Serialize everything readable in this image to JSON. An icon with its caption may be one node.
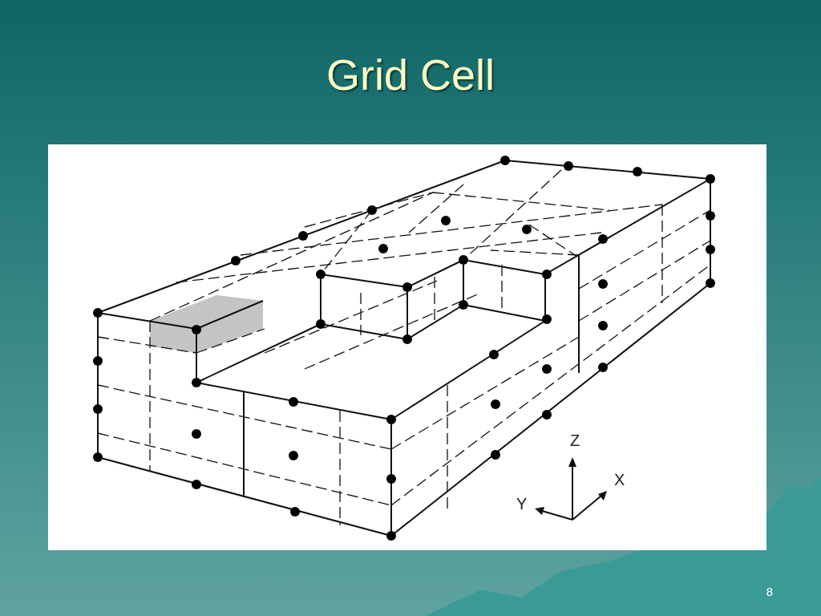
{
  "diagram": {
    "title": "Grid Cell",
    "labels": [
      "Z",
      "X",
      "Y",
      "8"
    ]
  }
}
